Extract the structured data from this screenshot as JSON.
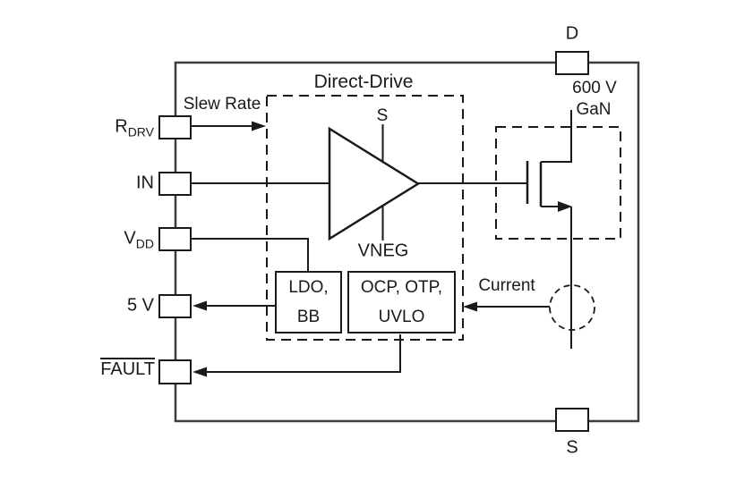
{
  "ic": {
    "title": "Direct-Drive",
    "left_pins": [
      {
        "main": "R",
        "sub": "DRV"
      },
      {
        "main": "IN",
        "sub": ""
      },
      {
        "main": "V",
        "sub": "DD"
      },
      {
        "main": "5 V",
        "sub": ""
      },
      {
        "main": "FAULT",
        "sub": ""
      }
    ],
    "top_pin": "D",
    "bottom_pin": "S",
    "labels": {
      "slew_rate": "Slew Rate",
      "driver_s": "S",
      "driver_vneg": "VNEG",
      "fet_rating_1": "600 V",
      "fet_rating_2": "GaN",
      "current": "Current"
    },
    "blocks": {
      "ldo_line1": "LDO,",
      "ldo_line2": "BB",
      "ocp_line1": "OCP, OTP,",
      "ocp_line2": "UVLO"
    },
    "colors": {
      "line": "#1a1a1a",
      "boundary": "#3d3d3d",
      "background": "#ffffff"
    }
  }
}
